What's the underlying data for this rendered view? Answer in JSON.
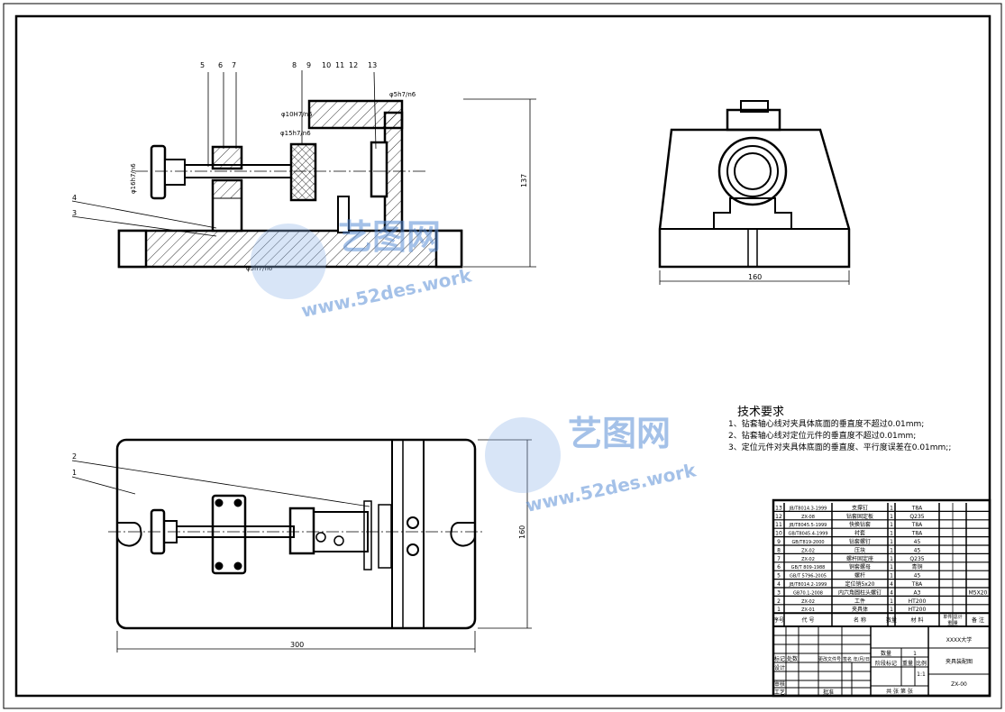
{
  "front_view": {
    "part_callouts": [
      "5",
      "6",
      "7",
      "8",
      "9",
      "10",
      "11",
      "12",
      "13",
      "4",
      "3"
    ],
    "fits": {
      "phi10": "φ10H7/n6",
      "phi15": "φ15h7/n6",
      "phi5_top": "φ5h7/n6",
      "phi16": "φ16h7/n6",
      "phi5_bottom": "φ5h7/n6"
    },
    "height_dim": "137"
  },
  "side_view": {
    "width_dim": "160"
  },
  "top_view": {
    "part_callouts": [
      "2",
      "1"
    ],
    "length_dim": "300",
    "height_dim": "160"
  },
  "technical_requirements": {
    "title": "技术要求",
    "items": [
      "1、钻套轴心线对夹具体底面的垂直度不超过0.01mm;",
      "2、钻套轴心线对定位元件的垂直度不超过0.01mm;",
      "3、定位元件对夹具体底面的垂直度、平行度误差在0.01mm;;"
    ]
  },
  "watermark": {
    "brand": "艺图网",
    "url": "www.52des.work"
  },
  "bom": {
    "rows": [
      {
        "no": "13",
        "code": "JB/T8014.3-1999",
        "name": "支撑钉",
        "qty": "1",
        "material": "T8A",
        "remark": ""
      },
      {
        "no": "12",
        "code": "ZX-08",
        "name": "钻套固定板",
        "qty": "1",
        "material": "Q235",
        "remark": ""
      },
      {
        "no": "11",
        "code": "JB/T8045.5-1999",
        "name": "快换钻套",
        "qty": "1",
        "material": "T8A",
        "remark": ""
      },
      {
        "no": "10",
        "code": "GB/T8045.4-1999",
        "name": "衬套",
        "qty": "1",
        "material": "T8A",
        "remark": ""
      },
      {
        "no": "9",
        "code": "GB/T819-2000",
        "name": "钻套螺钉",
        "qty": "1",
        "material": "45",
        "remark": ""
      },
      {
        "no": "8",
        "code": "ZX-02",
        "name": "压块",
        "qty": "1",
        "material": "45",
        "remark": ""
      },
      {
        "no": "7",
        "code": "ZX-02",
        "name": "螺杆固定座",
        "qty": "1",
        "material": "Q235",
        "remark": ""
      },
      {
        "no": "6",
        "code": "GB/T 809-1988",
        "name": "铜套螺母",
        "qty": "1",
        "material": "青铜",
        "remark": ""
      },
      {
        "no": "5",
        "code": "GB/T 5796-2005",
        "name": "螺杆",
        "qty": "1",
        "material": "45",
        "remark": ""
      },
      {
        "no": "4",
        "code": "JB/T8014.2-1999",
        "name": "定位销5x20",
        "qty": "4",
        "material": "T8A",
        "remark": ""
      },
      {
        "no": "3",
        "code": "GB70.1-2008",
        "name": "内六角圆柱头螺钉",
        "qty": "4",
        "material": "A3",
        "remark": "M5X20"
      },
      {
        "no": "2",
        "code": "ZX-02",
        "name": "工件",
        "qty": "1",
        "material": "HT200",
        "remark": ""
      },
      {
        "no": "1",
        "code": "ZX-01",
        "name": "夹具体",
        "qty": "1",
        "material": "HT200",
        "remark": ""
      }
    ],
    "header": {
      "no": "序号",
      "code": "代    号",
      "name": "名    称",
      "qty": "数量",
      "material": "材    料",
      "unit_total": "单件 总计",
      "weight": "重 量",
      "remark": "备 注"
    }
  },
  "title_block": {
    "school": "XXXX大学",
    "drawing_name": "夹具装配图",
    "drawing_no": "ZX-00",
    "quantity_label": "数量",
    "quantity": "1",
    "stage_mark": "阶段标记",
    "weight": "重量",
    "scale_label": "比例",
    "scale": "1:1",
    "sheets": "共    张    第    张",
    "mark": "标记",
    "zones": "处数",
    "sign_date": "签名 年/月/日",
    "file_no": "更改文件号",
    "design": "设计",
    "review": "审核",
    "process": "工艺",
    "approve": "批准"
  }
}
